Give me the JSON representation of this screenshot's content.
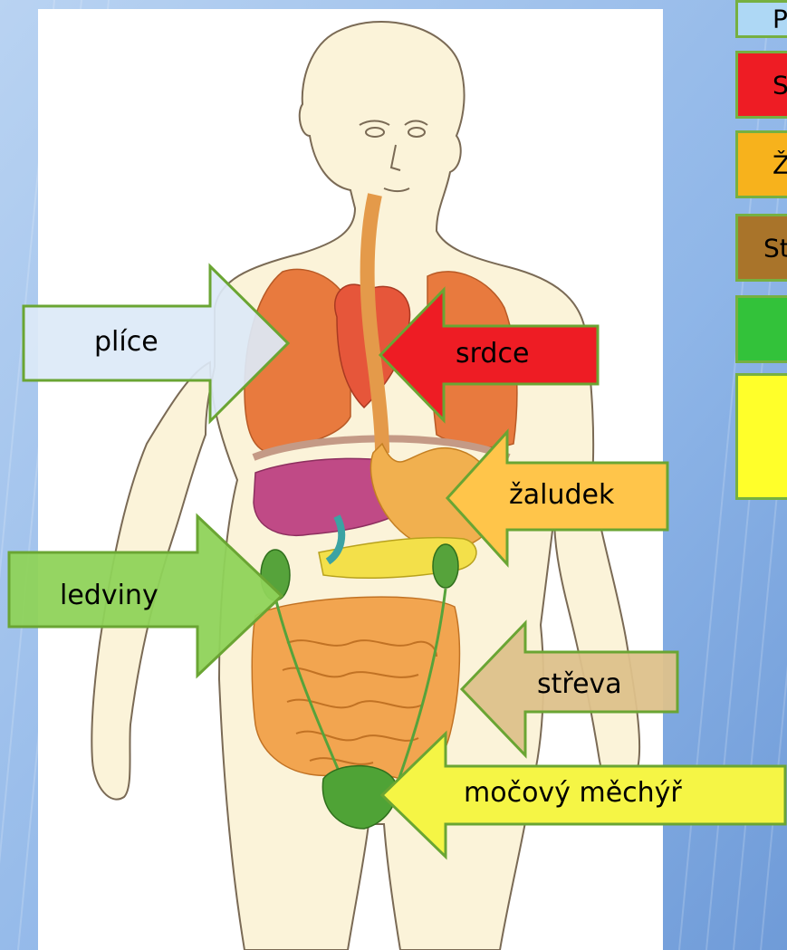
{
  "colors": {
    "background": "#8fb6e8",
    "arrow_border": "#6aa533",
    "plice": "#dce9f7",
    "srdce": "#ee1c24",
    "zaludek": "#ffc54a",
    "ledviny": "#8fd35a",
    "streva": "#ddc18b",
    "mocovy_mechyr": "#f5f545"
  },
  "labels": {
    "plice": "plíce",
    "srdce": "srdce",
    "zaludek": "žaludek",
    "ledviny": "ledviny",
    "streva": "střeva",
    "mocovy_mechyr": "močový měchýř"
  },
  "legend": [
    {
      "text": "P",
      "color": "#aed8f5"
    },
    {
      "text": "S",
      "color": "#ee1c24"
    },
    {
      "text": "Ž",
      "color": "#f7b21c"
    },
    {
      "text": "St",
      "color": "#a9742a"
    },
    {
      "text": "",
      "color": "#33c23a"
    },
    {
      "text": "",
      "color": "#ffff2a"
    }
  ]
}
